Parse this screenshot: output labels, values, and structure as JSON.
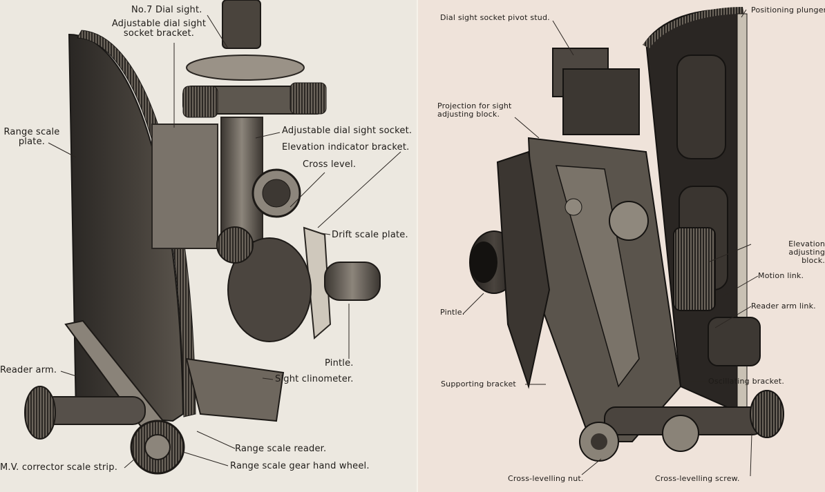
{
  "left_panel": {
    "labels": {
      "dial_sight": "No.7 Dial sight.",
      "socket_bracket": "Adjustable dial sight\nsocket bracket.",
      "range_scale_plate": "Range scale\nplate.",
      "dial_sight_socket": "Adjustable dial sight socket.",
      "elevation_indicator": "Elevation indicator bracket.",
      "cross_level": "Cross level.",
      "drift_scale": "Drift scale plate.",
      "pintle": "Pintle.",
      "reader_arm": "Reader arm.",
      "sight_clinometer": "Sight clinometer.",
      "range_scale_reader": "Range scale reader.",
      "mv_corrector": "M.V. corrector scale strip.",
      "gear_hand_wheel": "Range scale gear hand wheel."
    }
  },
  "right_panel": {
    "labels": {
      "pivot_stud": "Dial sight socket pivot stud.",
      "positioning_plunger": "Positioning plunger",
      "projection": "Projection for sight\nadjusting block.",
      "elevation_block": "Elevation adjusting\nblock.",
      "motion_link": "Motion link.",
      "reader_link": "Reader arm link.",
      "pintle": "Pintle.",
      "supporting_bracket": "Supporting bracket",
      "oscillating_bracket": "Oscillating bracket.",
      "crosslevel_nut": "Cross-levelling nut.",
      "crosslevel_screw": "Cross-levelling screw."
    }
  }
}
